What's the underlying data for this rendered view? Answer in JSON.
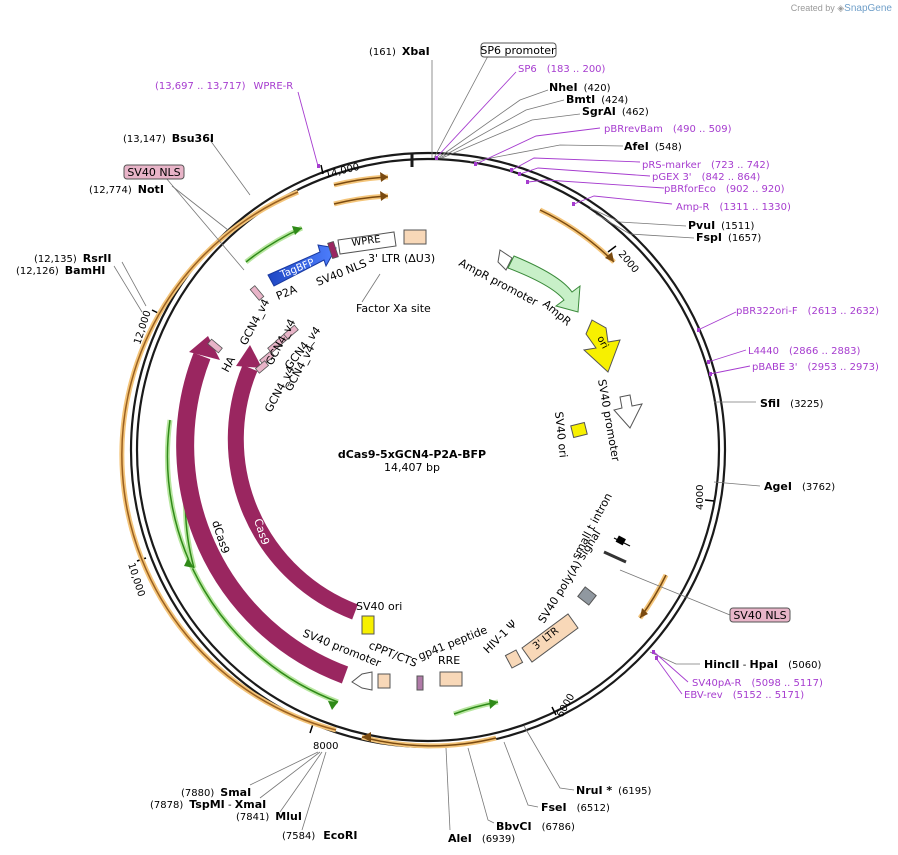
{
  "credit": {
    "prefix": "Created by",
    "brand": "SnapGene"
  },
  "plasmid": {
    "name": "dCas9-5xGCN4-P2A-BFP",
    "length": "14,407 bp"
  },
  "ticks": [
    "14,000",
    "2000",
    "4000",
    "6000",
    "8000",
    "10,000",
    "12,000"
  ],
  "enzymes": [
    {
      "name": "XbaI",
      "pos": "(161)"
    },
    {
      "name": "NheI",
      "pos": "(420)"
    },
    {
      "name": "BmtI",
      "pos": "(424)"
    },
    {
      "name": "SgrAI",
      "pos": "(462)"
    },
    {
      "name": "AfeI",
      "pos": "(548)"
    },
    {
      "name": "PvuI",
      "pos": "(1511)"
    },
    {
      "name": "FspI",
      "pos": "(1657)"
    },
    {
      "name": "SfiI",
      "pos": "(3225)"
    },
    {
      "name": "AgeI",
      "pos": "(3762)"
    },
    {
      "name": "HincII",
      "sep": " - ",
      "name2": "HpaI",
      "pos": "(5060)"
    },
    {
      "name": "NruI *",
      "pos": "(6195)"
    },
    {
      "name": "FseI",
      "pos": "(6512)"
    },
    {
      "name": "BbvCI",
      "pos": "(6786)"
    },
    {
      "name": "AleI",
      "pos": "(6939)"
    },
    {
      "name": "EcoRI",
      "pos": "(7584)"
    },
    {
      "name": "MluI",
      "pos": "(7841)"
    },
    {
      "name": "TspMI",
      "sep": " - ",
      "name2": "XmaI",
      "pos": "(7878)"
    },
    {
      "name": "SmaI",
      "pos": "(7880)"
    },
    {
      "name": "BamHI",
      "pos": "(12,126)"
    },
    {
      "name": "RsrII",
      "pos": "(12,135)"
    },
    {
      "name": "NotI",
      "pos": "(12,774)"
    },
    {
      "name": "Bsu36I",
      "pos": "(13,147)"
    }
  ],
  "primers": [
    {
      "name": "SP6",
      "pos": "(183 .. 200)"
    },
    {
      "name": "pBRrevBam",
      "pos": "(490 .. 509)"
    },
    {
      "name": "pRS-marker",
      "pos": "(723 .. 742)"
    },
    {
      "name": "pGEX 3'",
      "pos": "(842 .. 864)"
    },
    {
      "name": "pBRforEco",
      "pos": "(902 .. 920)"
    },
    {
      "name": "Amp-R",
      "pos": "(1311 .. 1330)"
    },
    {
      "name": "pBR322ori-F",
      "pos": "(2613 .. 2632)"
    },
    {
      "name": "L4440",
      "pos": "(2866 .. 2883)"
    },
    {
      "name": "pBABE 3'",
      "pos": "(2953 .. 2973)"
    },
    {
      "name": "SV40pA-R",
      "pos": "(5098 .. 5117)"
    },
    {
      "name": "EBV-rev",
      "pos": "(5152 .. 5171)"
    },
    {
      "name": "WPRE-R",
      "pos": "(13,697 .. 13,717)"
    }
  ],
  "boxed": {
    "sp6_promoter": "SP6 promoter",
    "sv40_nls_right": "SV40 NLS",
    "sv40_nls_left": "SV40 NLS"
  },
  "features": {
    "ampr_promoter": "AmpR promoter",
    "ampr": "AmpR",
    "ori": "ori",
    "sv40_promoter_r": "SV40 promoter",
    "sv40_ori_r": "SV40 ori",
    "small_t_intron": "small t intron",
    "sv40_polya": "SV40 poly(A) signal",
    "ltr3": "3' LTR",
    "hiv1_psi": "HIV-1 Ψ",
    "gp41": "gp41 peptide",
    "rre": "RRE",
    "cppt": "cPPT/CTS",
    "sv40_promoter_l": "SV40 promoter",
    "sv40_ori_l": "SV40 ori",
    "cas9": "Cas9",
    "dcas9": "dCas9",
    "ha": "HA",
    "gcn4_a": "GCN4_v4",
    "gcn4_b": "GCN4_v4",
    "gcn4_c": "GCN4_v4",
    "gcn4_d": "GCN4_v4",
    "gcn4_e": "GCN4_v4",
    "p2a": "P2A",
    "tagbfp": "TagBFP",
    "sv40_nls": "SV40 NLS",
    "wpre": "WPRE",
    "ltr_du3": "3' LTR (ΔU3)",
    "factor_xa": "Factor Xa site"
  },
  "colors": {
    "backbone": "#1a1a1a",
    "orf_orange": "#f0a030",
    "orf_green": "#5cb82c",
    "cas9": "#9a2660",
    "ampr": "#c8f0c8",
    "ori": "#f7f000",
    "tagbfp": "#2f62e6",
    "primer": "#a63ccf",
    "ltr": "#f8d8b8",
    "polya": "#9098a0",
    "nls": "#e8b4c8"
  }
}
